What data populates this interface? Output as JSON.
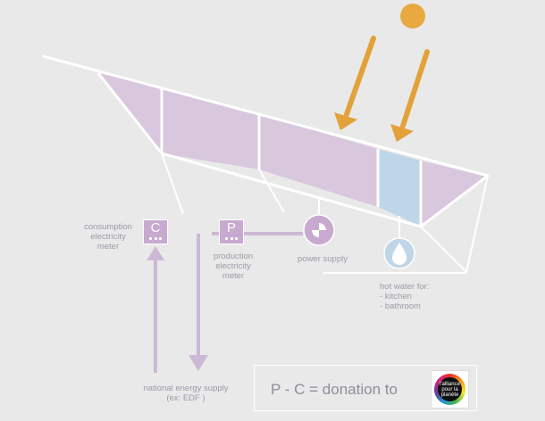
{
  "colors": {
    "background": "#e9e9e9",
    "frame": "#ffffff",
    "pv_panel": "#d9c7de",
    "thermal_panel": "#bfd6e9",
    "flow_line": "#cdb8d5",
    "sun": "#e7a940",
    "sun_rays": "#e3a13a",
    "label_text": "#9c9aa8"
  },
  "labels": {
    "consumption_meter": "consumption electricity meter",
    "production_meter": "production electricity meter",
    "power_supply": "power supply",
    "hot_water_title": "hot water for:",
    "hot_water_items": [
      "- kitchen",
      "- bathroom"
    ],
    "national_supply": "national energy supply (ex: EDF )"
  },
  "meters": {
    "consumption_letter": "C",
    "production_letter": "P"
  },
  "donation": {
    "text": "P - C  =  donation to",
    "logo_lines": [
      "l'alliance",
      "pour la",
      "planète"
    ]
  },
  "icons": {
    "sun": "sun-icon",
    "power_supply": "power-supply-icon",
    "water_drop": "water-drop-icon",
    "logo": "alliance-logo"
  }
}
